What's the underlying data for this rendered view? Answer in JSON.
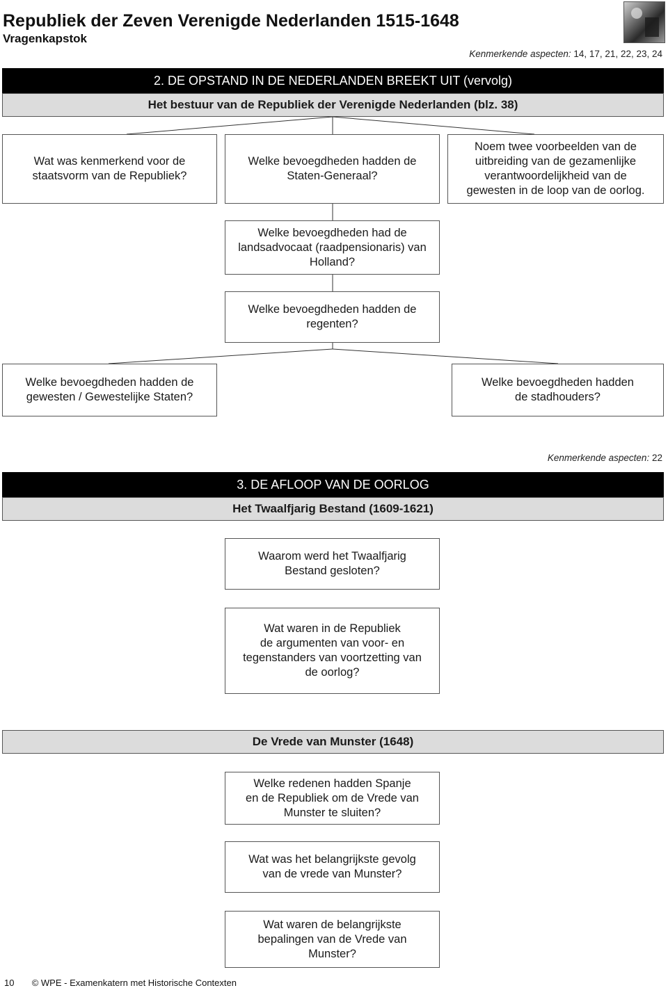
{
  "header": {
    "title": "Republiek der Zeven Verenigde Nederlanden 1515-1648",
    "subtitle": "Vragenkapstok"
  },
  "section2": {
    "aspects_label": "Kenmerkende aspecten:",
    "aspects_values": "14, 17, 21, 22, 23, 24",
    "heading": "2. DE OPSTAND IN DE NEDERLANDEN BREEKT UIT (vervolg)",
    "subheading": "Het bestuur van de Republiek der Verenigde Nederlanden (blz. 38)",
    "q_staatsvorm": "Wat was kenmerkend voor de\nstaatsvorm van de Republiek?",
    "q_staten_generaal": "Welke bevoegdheden hadden de\nStaten-Generaal?",
    "q_uitbreiding": "Noem twee voorbeelden van de\nuitbreiding van de gezamenlijke\nverantwoordelijkheid van de\ngewesten in de loop van de oorlog.",
    "q_landsadvocaat": "Welke bevoegdheden had de\nlandsadvocaat (raadpensionaris) van\nHolland?",
    "q_regenten": "Welke bevoegdheden hadden de\nregenten?",
    "q_gewesten": "Welke bevoegdheden hadden de\ngewesten / Gewestelijke Staten?",
    "q_stadhouders": "Welke bevoegdheden hadden\nde stadhouders?"
  },
  "section3": {
    "aspects_label": "Kenmerkende aspecten:",
    "aspects_values": "22",
    "heading": "3. DE AFLOOP VAN DE OORLOG",
    "subheading_bestand": "Het Twaalfjarig Bestand (1609-1621)",
    "q_bestand_gesloten": "Waarom werd het Twaalfjarig\nBestand gesloten?",
    "q_argumenten": "Wat waren in de Republiek\nde argumenten van voor- en\ntegenstanders van voortzetting van\nde oorlog?",
    "subheading_vrede": "De Vrede van Munster (1648)",
    "q_redenen_vrede": "Welke redenen hadden Spanje\nen de Republiek om de Vrede van\nMunster te sluiten?",
    "q_gevolg_vrede": "Wat was het belangrijkste gevolg\nvan de vrede van Munster?",
    "q_bepalingen_vrede": "Wat waren de belangrijkste\nbepalingen van de Vrede van\nMunster?"
  },
  "footer": {
    "page_number": "10",
    "copyright": "© WPE - Examenkatern met Historische Contexten"
  }
}
